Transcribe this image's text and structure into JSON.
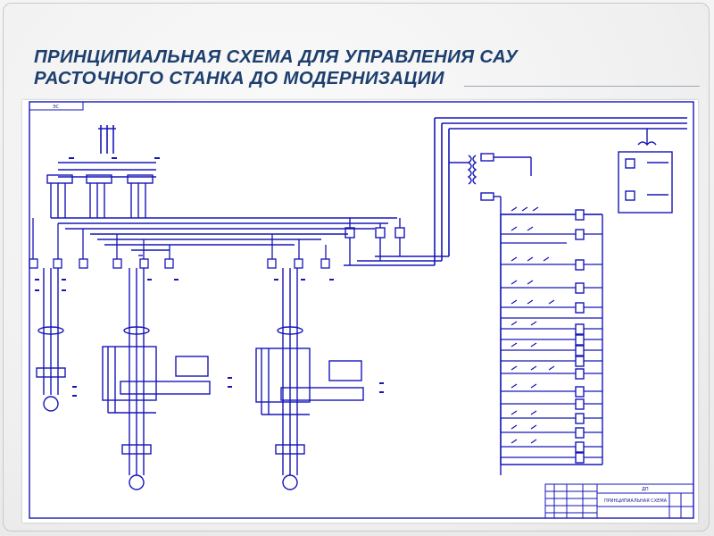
{
  "slide": {
    "title": "ПРИНЦИПИАЛЬНАЯ СХЕМА  ДЛЯ УПРАВЛЕНИЯ САУ\nРАСТОЧНОГО СТАНКА ДО МОДЕРНИЗАЦИИ"
  },
  "drawing": {
    "sheet_code": "ЭС",
    "title_block_title": "ПРИНЦИПИАЛЬНАЯ СХЕМА",
    "title_block_code": "ДП",
    "line_color": "#1616b8"
  }
}
